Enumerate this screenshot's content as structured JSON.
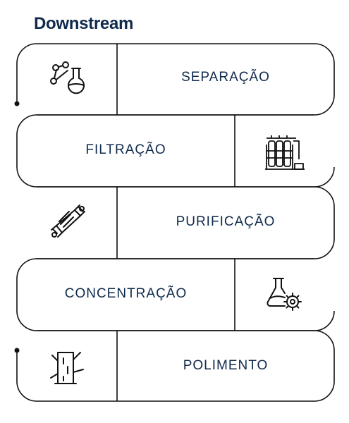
{
  "title": "Downstream",
  "steps": [
    {
      "label": "SEPARAÇÃO",
      "icon": "molecule-flask-icon"
    },
    {
      "label": "FILTRAÇÃO",
      "icon": "filtration-machine-icon"
    },
    {
      "label": "PURIFICAÇÃO",
      "icon": "chromatography-column-icon"
    },
    {
      "label": "CONCENTRAÇÃO",
      "icon": "flask-gear-icon"
    },
    {
      "label": "POLIMENTO",
      "icon": "log-icon"
    }
  ],
  "colors": {
    "text": "#0f2a4c",
    "stroke": "#111111"
  }
}
